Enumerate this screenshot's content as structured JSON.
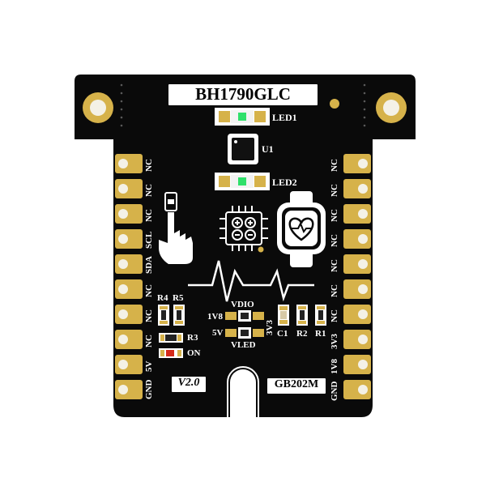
{
  "board": {
    "title": "BH1790GLC",
    "version": "V2.0",
    "part_number": "GB202M",
    "colors": {
      "pcb": "#0a0a0a",
      "gold": "#d6b24a",
      "silk": "#ffffff",
      "led_green": "#2fe06a",
      "led_red": "#d42a1a"
    }
  },
  "components": {
    "led1": "LED1",
    "led2": "LED2",
    "u1": "U1",
    "r4": "R4",
    "r5": "R5",
    "r3": "R3",
    "on": "ON",
    "vdio": "VDIO",
    "v1v8": "1V8",
    "v5v": "5V",
    "vled": "VLED",
    "v3v3": "3V3",
    "c1": "C1",
    "r2": "R2",
    "r1": "R1"
  },
  "pins": {
    "left": [
      "NC",
      "NC",
      "NC",
      "SCL",
      "SDA",
      "NC",
      "NC",
      "NC",
      "5V",
      "GND"
    ],
    "right": [
      "NC",
      "NC",
      "NC",
      "NC",
      "NC",
      "NC",
      "NC",
      "3V3",
      "1V8",
      "GND"
    ]
  },
  "icons": [
    "finger-icon",
    "chip-icon",
    "smartwatch-heart-icon",
    "heartbeat-icon",
    "mounting-hole-icon"
  ]
}
